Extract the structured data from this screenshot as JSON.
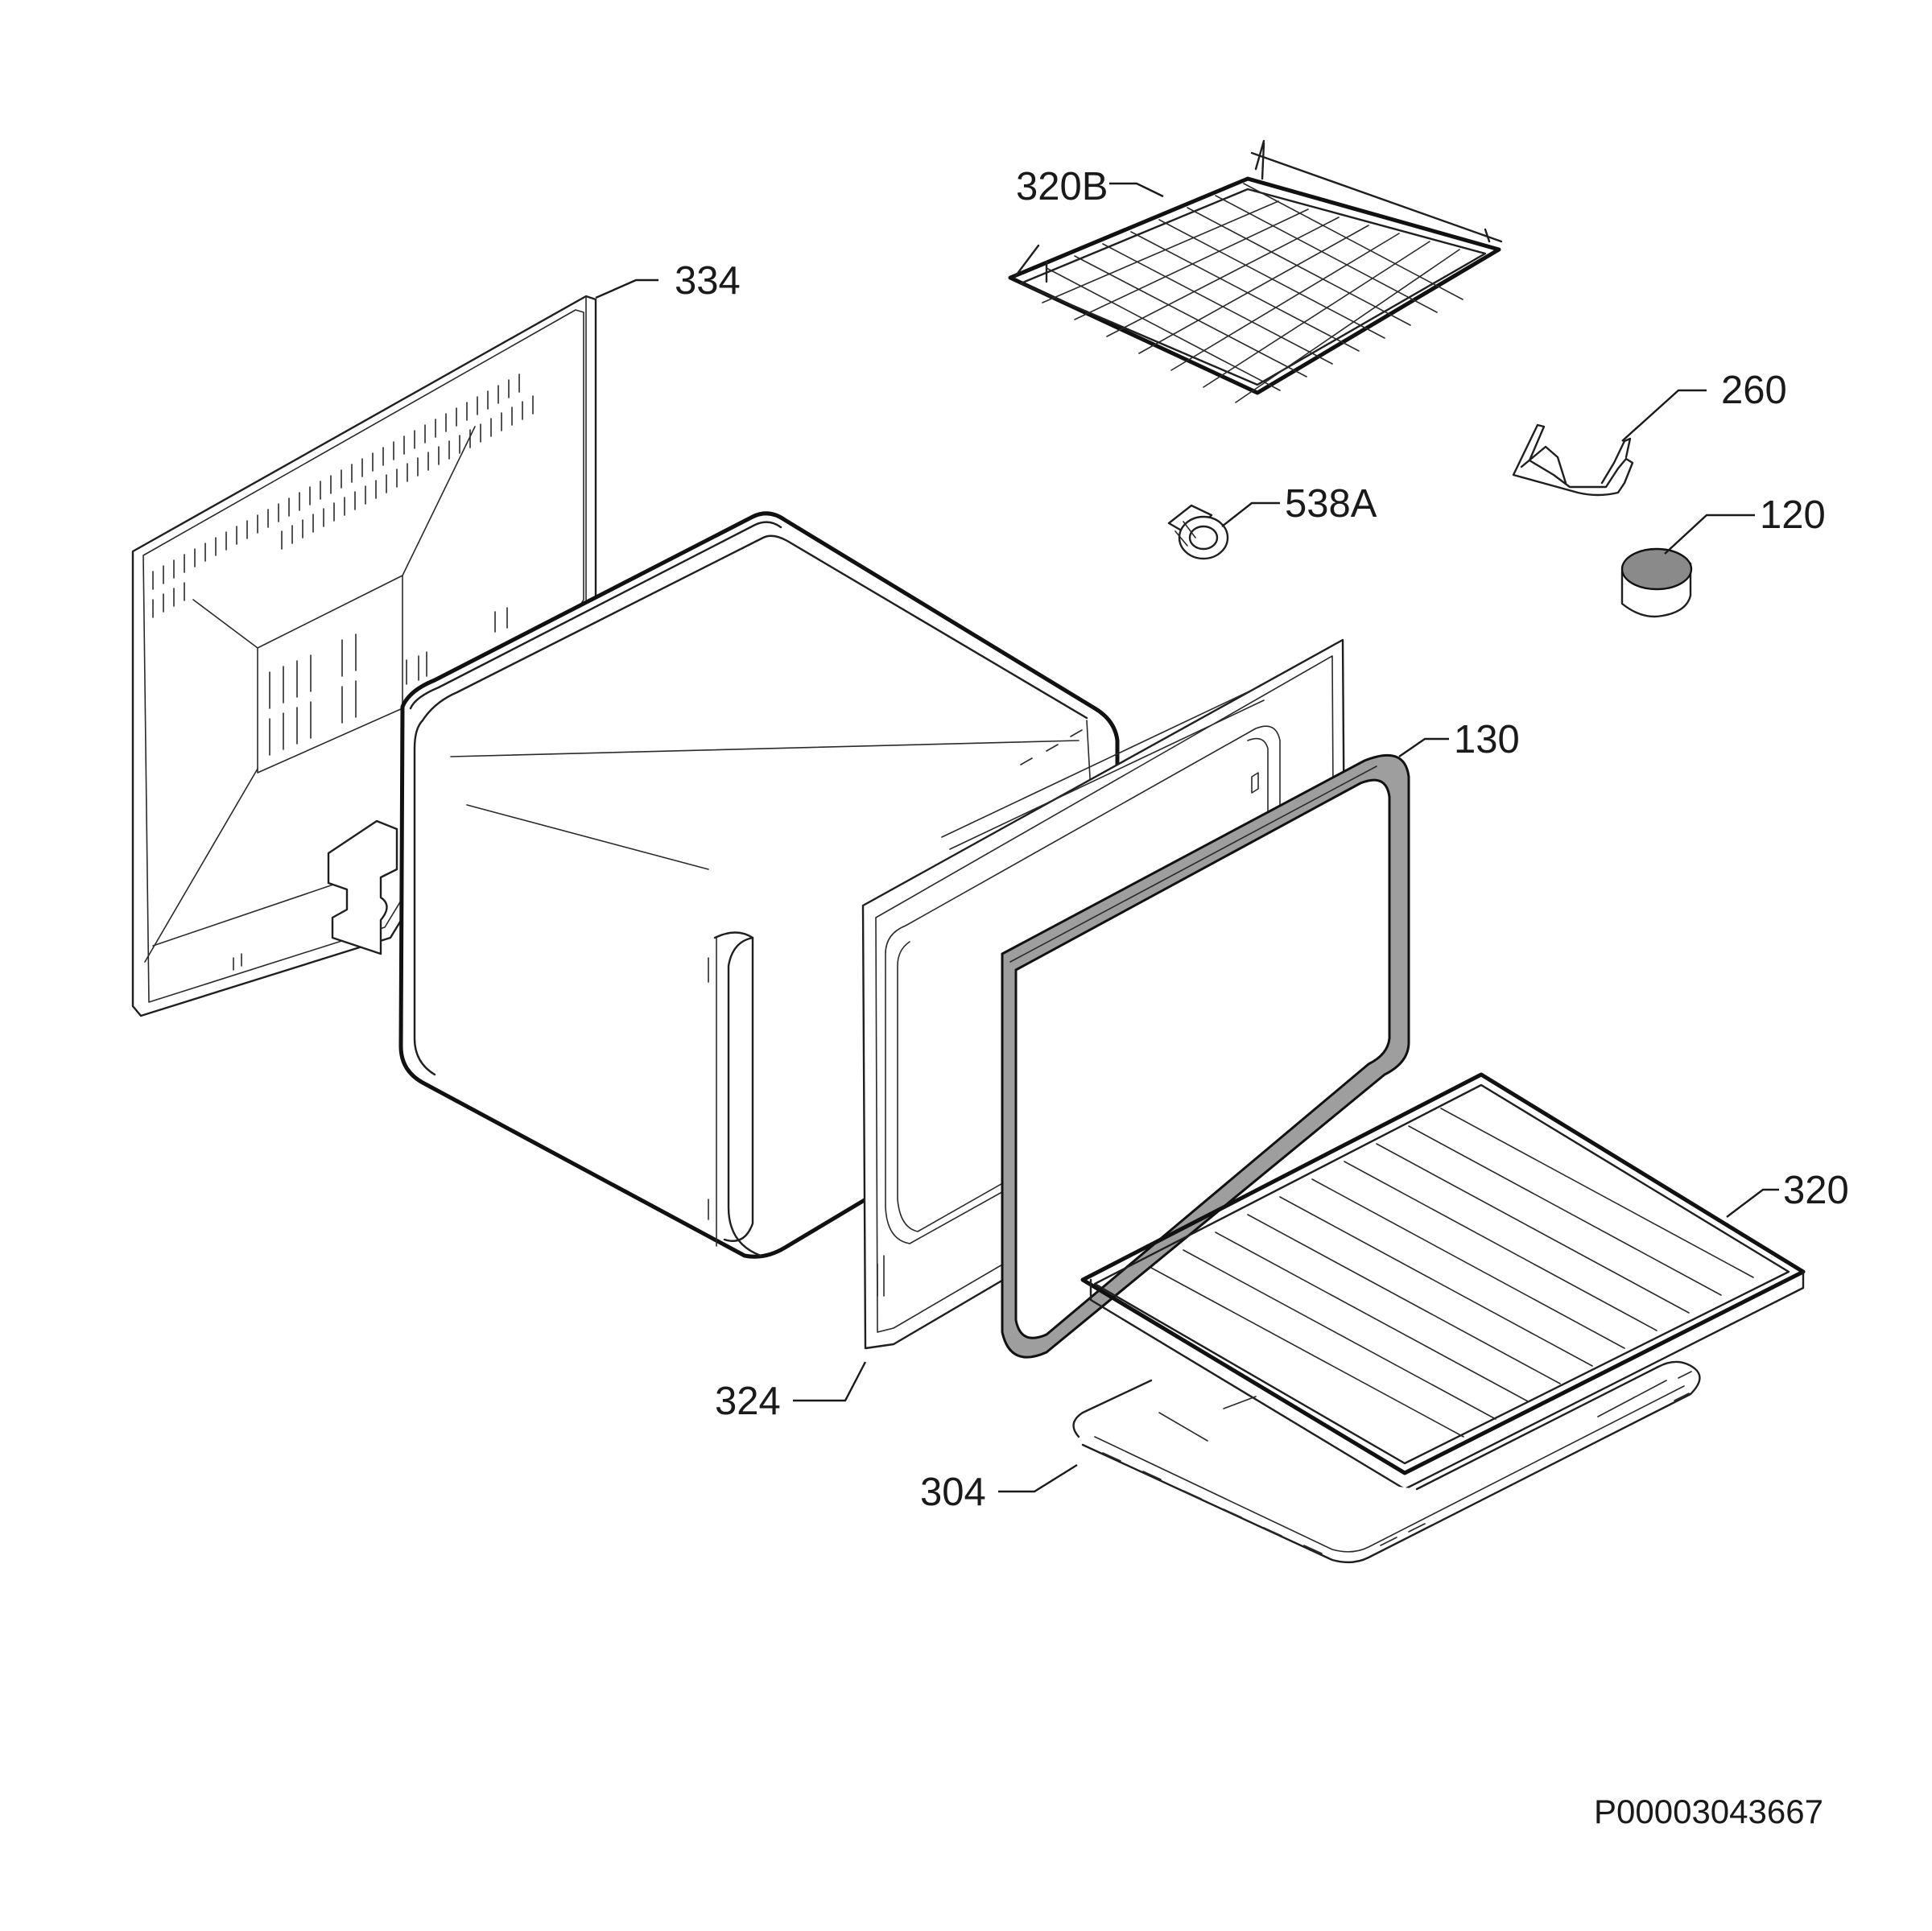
{
  "diagram": {
    "callouts": {
      "c334": "334",
      "c320b": "320B",
      "c260": "260",
      "c538a": "538A",
      "c120": "120",
      "c130": "130",
      "c320": "320",
      "c324": "324",
      "c304": "304"
    },
    "document_id": "P00003043667"
  }
}
